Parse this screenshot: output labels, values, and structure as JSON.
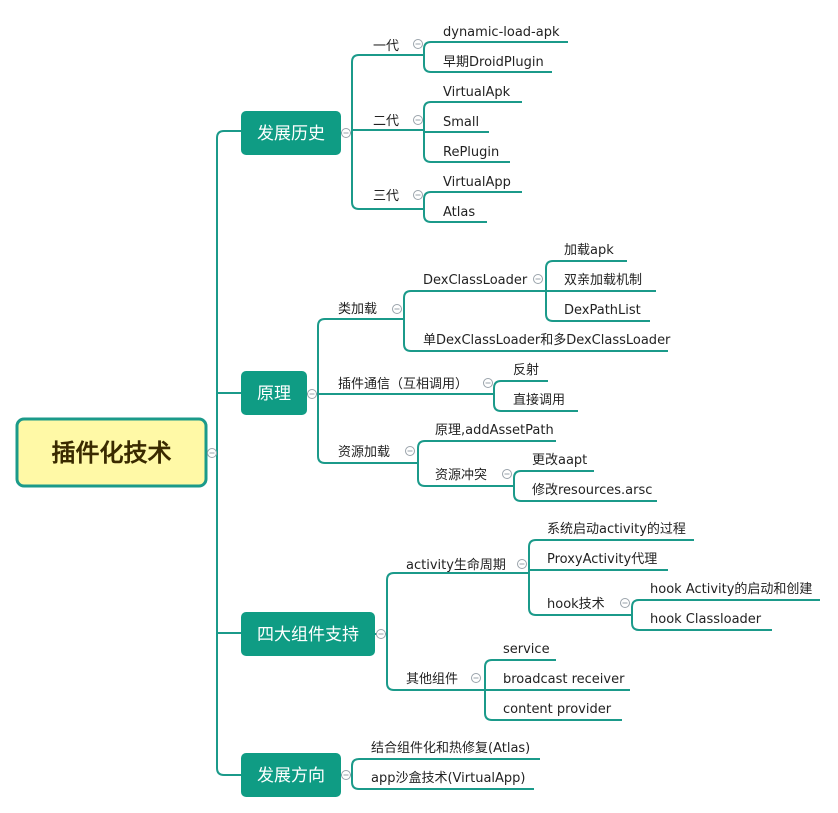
{
  "root": {
    "label": "插件化技术"
  },
  "branches": [
    {
      "label": "发展历史",
      "children": [
        {
          "label": "一代",
          "children": [
            {
              "label": "dynamic-load-apk"
            },
            {
              "label": "早期DroidPlugin"
            }
          ]
        },
        {
          "label": "二代",
          "children": [
            {
              "label": "VirtualApk"
            },
            {
              "label": "Small"
            },
            {
              "label": "RePlugin"
            }
          ]
        },
        {
          "label": "三代",
          "children": [
            {
              "label": "VirtualApp"
            },
            {
              "label": "Atlas"
            }
          ]
        }
      ]
    },
    {
      "label": "原理",
      "children": [
        {
          "label": "类加载",
          "children": [
            {
              "label": "DexClassLoader",
              "children": [
                {
                  "label": "加载apk"
                },
                {
                  "label": "双亲加载机制"
                },
                {
                  "label": "DexPathList"
                }
              ]
            },
            {
              "label": "单DexClassLoader和多DexClassLoader"
            }
          ]
        },
        {
          "label": "插件通信（互相调用）",
          "children": [
            {
              "label": "反射"
            },
            {
              "label": "直接调用"
            }
          ]
        },
        {
          "label": "资源加载",
          "children": [
            {
              "label": "原理,addAssetPath"
            },
            {
              "label": "资源冲突",
              "children": [
                {
                  "label": "更改aapt"
                },
                {
                  "label": "修改resources.arsc"
                }
              ]
            }
          ]
        }
      ]
    },
    {
      "label": "四大组件支持",
      "children": [
        {
          "label": "activity生命周期",
          "children": [
            {
              "label": "系统启动activity的过程"
            },
            {
              "label": "ProxyActivity代理"
            },
            {
              "label": "hook技术",
              "children": [
                {
                  "label": "hook Activity的启动和创建"
                },
                {
                  "label": "hook Classloader"
                }
              ]
            }
          ]
        },
        {
          "label": "其他组件",
          "children": [
            {
              "label": "service"
            },
            {
              "label": "broadcast receiver"
            },
            {
              "label": "content provider"
            }
          ]
        }
      ]
    },
    {
      "label": "发展方向",
      "children": [
        {
          "label": "结合组件化和热修复(Atlas)"
        },
        {
          "label": "app沙盒技术(VirtualApp)"
        }
      ]
    }
  ],
  "colors": {
    "connector": "#1b9a8a",
    "branch_fill": "#0f9c84",
    "root_fill": "#fff9a6",
    "root_text": "#3a2a00",
    "collapse_icon": "#9aa3ab"
  }
}
